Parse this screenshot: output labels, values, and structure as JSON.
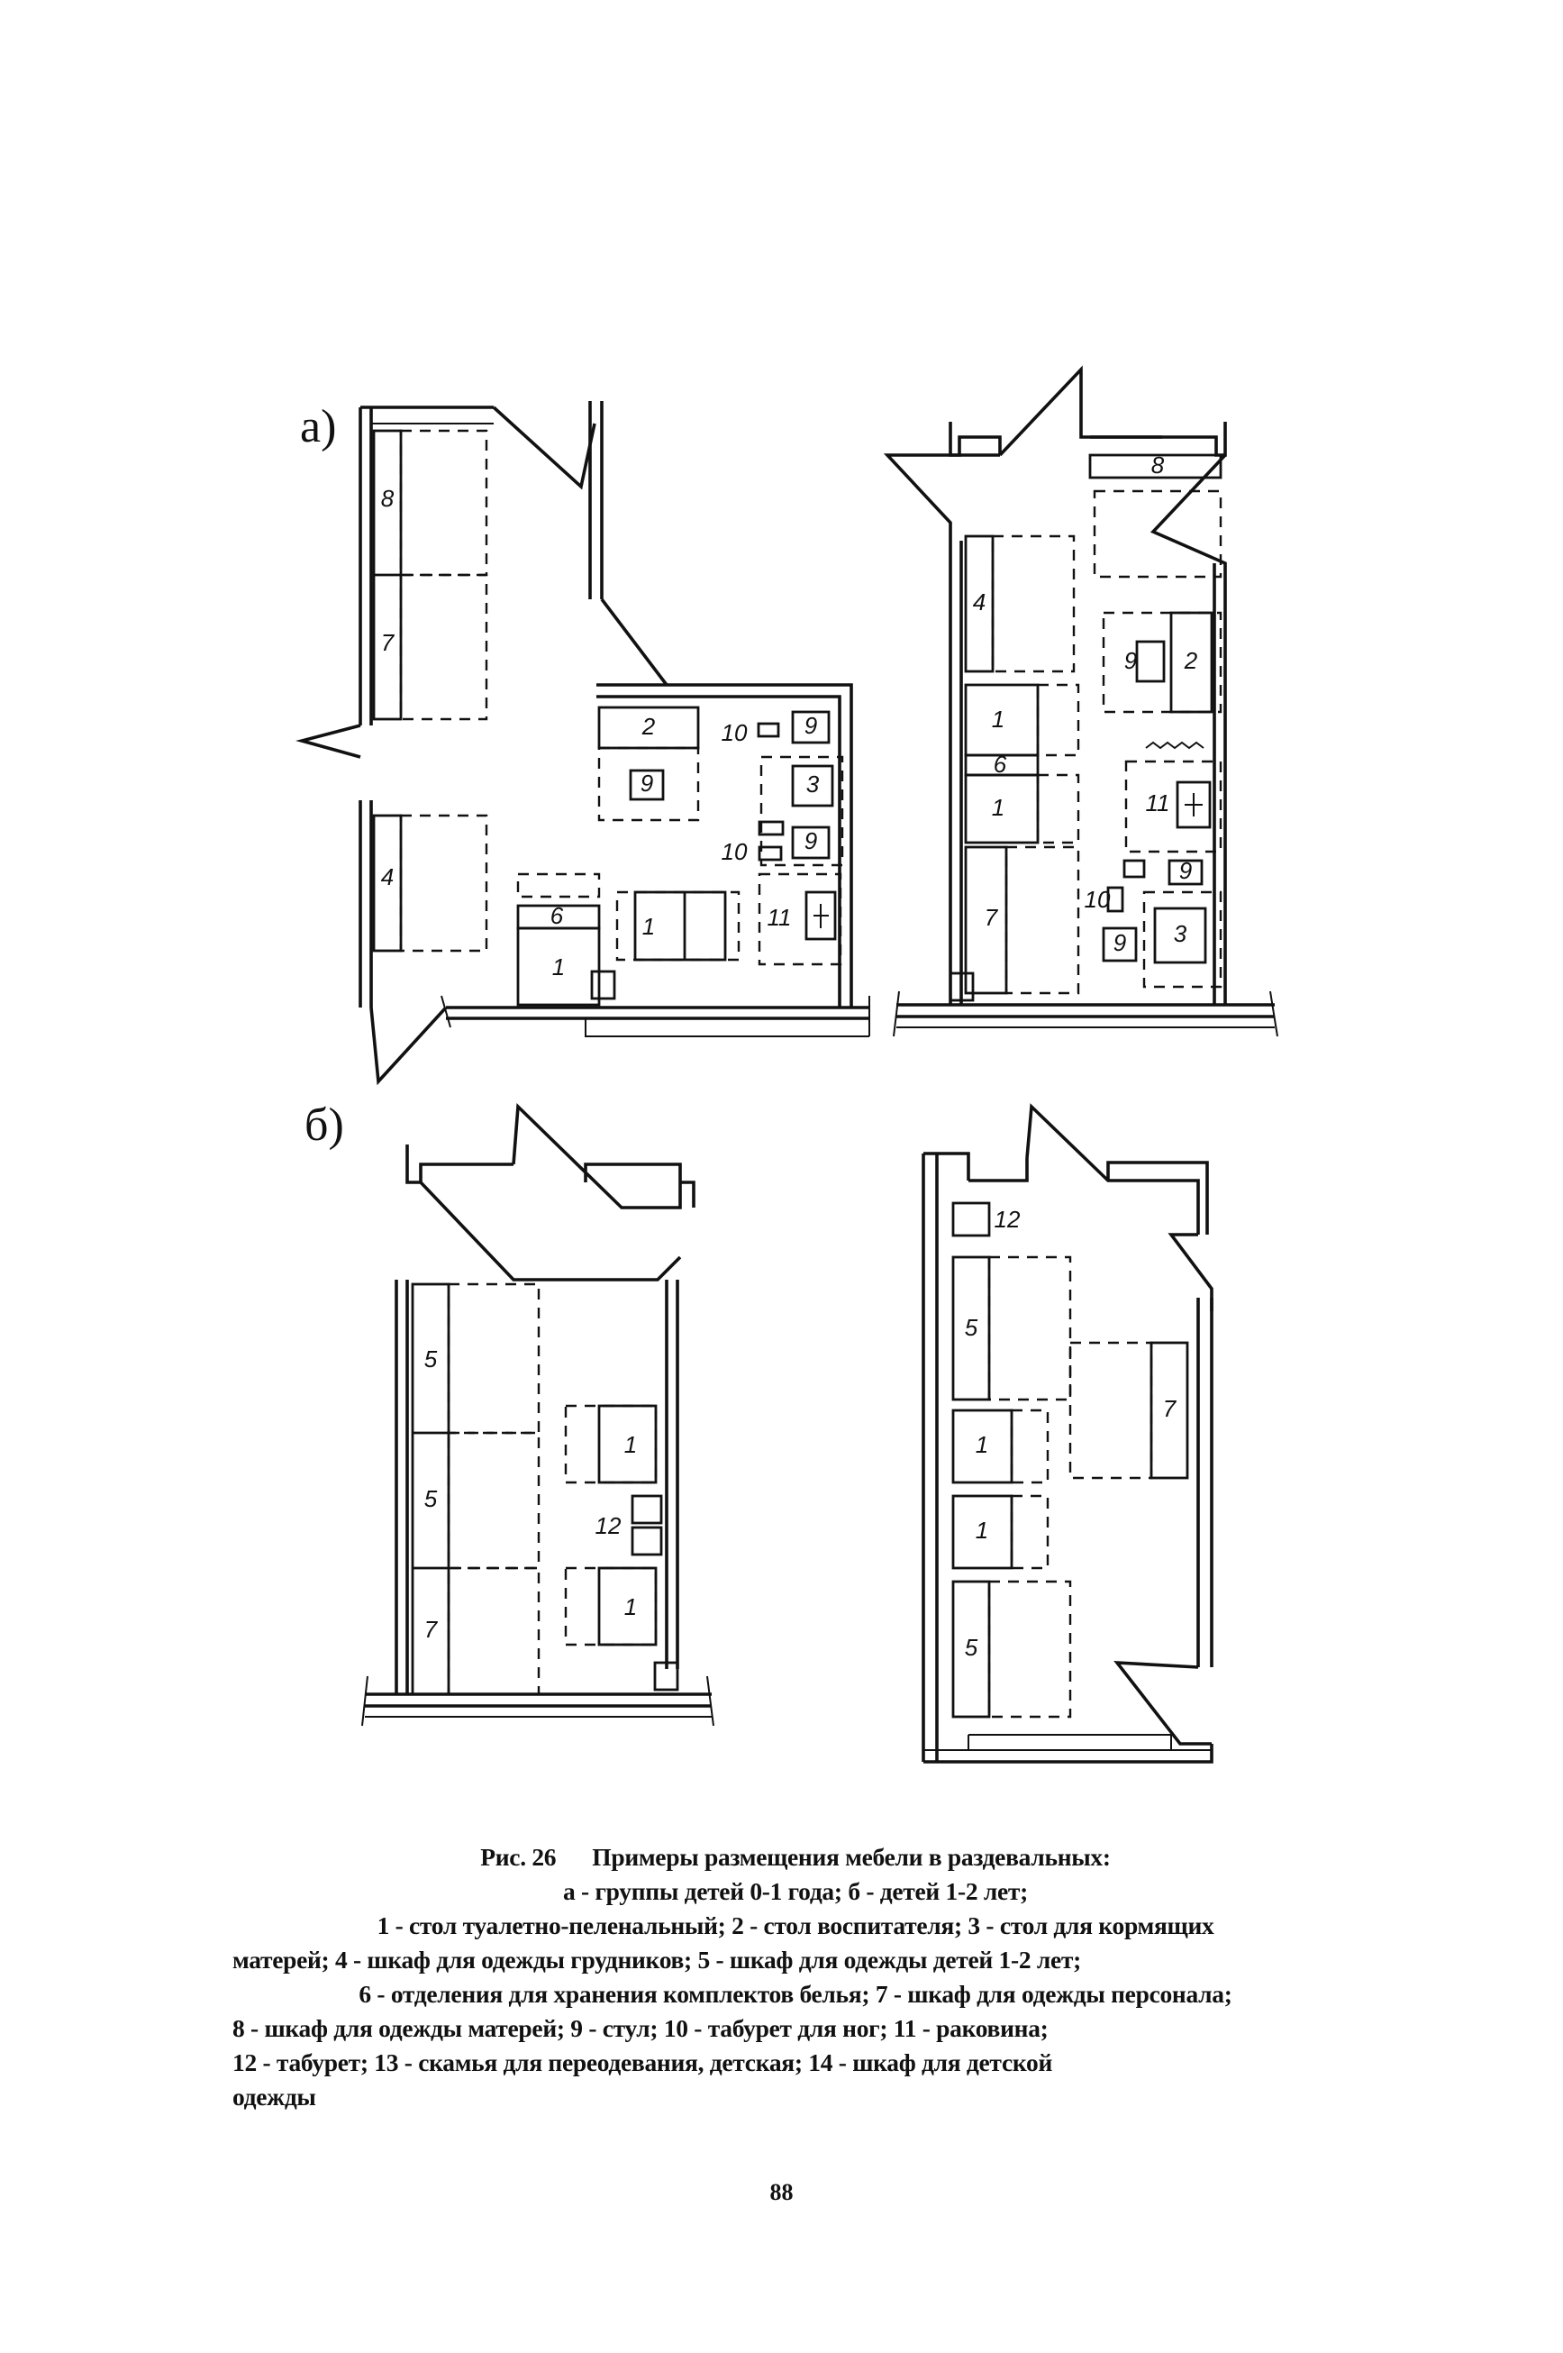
{
  "figure": {
    "sections": [
      {
        "id": "a",
        "label": "а)"
      },
      {
        "id": "b",
        "label": "б)"
      }
    ],
    "item_labels": {
      "n1": "1",
      "n2": "2",
      "n3": "3",
      "n4": "4",
      "n5": "5",
      "n6": "6",
      "n7": "7",
      "n8": "8",
      "n9": "9",
      "n10": "10",
      "n11": "11",
      "n12": "12"
    }
  },
  "caption": {
    "fig_no": "Рис. 26",
    "title": "Примеры размещения мебели в раздевальных:",
    "line2": "а - группы детей 0-1 года; б - детей 1-2 лет;",
    "line3": "1 - стол туалетно-пеленальный; 2 - стол воспитателя; 3 - стол для кормящих",
    "line4": "матерей; 4 - шкаф для одежды грудников; 5 - шкаф для одежды детей 1-2 лет;",
    "line5": "6 - отделения для хранения комплектов белья; 7 - шкаф для одежды персонала;",
    "line6": "8 - шкаф для одежды матерей; 9 - стул; 10 - табурет для ног; 11 - раковина;",
    "line7": "12 - табурет; 13 - скамья для переодевания, детская; 14 - шкаф для детской",
    "line8": "одежды"
  },
  "page_number": "88"
}
